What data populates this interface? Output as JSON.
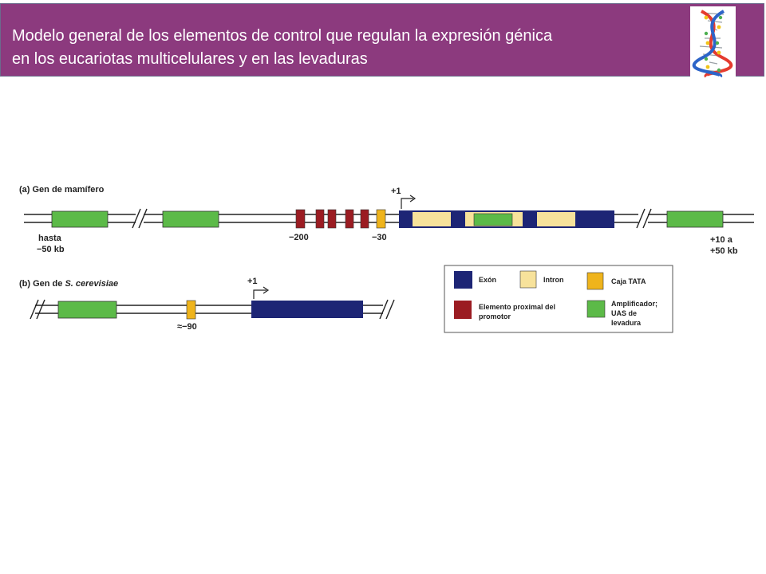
{
  "slide": {
    "title_line1": "Modelo general de los elementos de control que regulan la expresión génica",
    "title_line2": "en los eucariotas multicelulares y en las levaduras"
  },
  "colors": {
    "title_bar": "#8c3a7e",
    "exon": "#1d2575",
    "intron": "#f7e29b",
    "tata": "#efb41c",
    "proximal": "#9b1c22",
    "enhancer": "#5cba48"
  },
  "diagram": {
    "a": {
      "prefix": "(a) ",
      "label": "Gen de mamífero",
      "plus_one": "+1",
      "pos_200": "−200",
      "pos_30": "−30",
      "left_line1": "hasta",
      "left_line2": "−50 kb",
      "right_line1": "+10 a",
      "right_line2": "+50 kb"
    },
    "b": {
      "prefix": "(b) ",
      "label_main": "Gen de ",
      "label_species": "S. cerevisiae",
      "plus_one": "+1",
      "pos_90": "≈−90"
    },
    "legend": {
      "exon": "Exón",
      "intron": "Intron",
      "tata": "Caja TATA",
      "proximal_line1": "Elemento proximal del",
      "proximal_line2": "promotor",
      "enhancer_line1": "Amplificador;",
      "enhancer_line2": "UAS de",
      "enhancer_line3": "levadura"
    }
  }
}
